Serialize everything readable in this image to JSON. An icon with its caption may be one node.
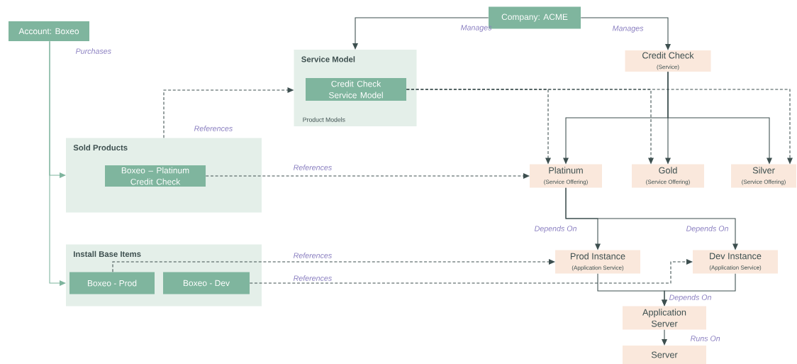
{
  "diagram": {
    "nodes": [
      {
        "text": [
          "Account: Boxeo"
        ]
      },
      {
        "text": [
          "Company: ACME"
        ]
      },
      {
        "text": [
          "Service Model",
          "Product Models"
        ]
      },
      {
        "text": [
          "Credit Check Service Model"
        ],
        "in": 2
      },
      {
        "text": [
          "Credit Check",
          "(Service)"
        ]
      },
      {
        "text": [
          "Sold Products"
        ]
      },
      {
        "text": [
          "Boxeo – Platinum Credit Check"
        ],
        "in": 5
      },
      {
        "text": [
          "Platinum",
          "(Service Offering)"
        ]
      },
      {
        "text": [
          "Gold",
          "(Service Offering)"
        ]
      },
      {
        "text": [
          "Silver",
          "(Service Offering)"
        ]
      },
      {
        "text": [
          "Install Base Items"
        ]
      },
      {
        "text": [
          "Boxeo - Prod"
        ],
        "in": 10
      },
      {
        "text": [
          "Boxeo - Dev"
        ],
        "in": 10
      },
      {
        "text": [
          "Prod Instance",
          "(Application Service)"
        ]
      },
      {
        "text": [
          "Dev Instance",
          "(Application Service)"
        ]
      },
      {
        "text": [
          "Application Server"
        ]
      },
      {
        "text": [
          "Server"
        ]
      }
    ],
    "edges": [
      {
        "from": 0,
        "to": 5,
        "arrow": "to",
        "label": "Purchases",
        "color": "#7fb59e"
      },
      {
        "from": 0,
        "to": 10,
        "arrow": "to",
        "color": "#7fb59e"
      },
      {
        "from": 1,
        "to": 2,
        "arrow": "to",
        "label": "Manages"
      },
      {
        "from": 1,
        "to": 4,
        "arrow": "to",
        "label": "Manages"
      },
      {
        "from": 5,
        "to": 2,
        "arrow": "to",
        "label": "References",
        "style": "dashed"
      },
      {
        "from": 6,
        "to": 7,
        "arrow": "to",
        "label": "References",
        "style": "dashed"
      },
      {
        "from": 3,
        "to": 7,
        "arrow": "to",
        "style": "dashed"
      },
      {
        "from": 3,
        "to": 8,
        "arrow": "to",
        "style": "dashed"
      },
      {
        "from": 3,
        "to": 9,
        "arrow": "to",
        "style": "dashed"
      },
      {
        "from": 4,
        "to": 7,
        "arrow": "to"
      },
      {
        "from": 4,
        "to": 8,
        "arrow": "to"
      },
      {
        "from": 4,
        "to": 9,
        "arrow": "to"
      },
      {
        "from": 7,
        "to": 13,
        "arrow": "to",
        "label": "Depends On"
      },
      {
        "from": 7,
        "to": 14,
        "arrow": "to",
        "label": "Depends On"
      },
      {
        "from": 11,
        "to": 13,
        "arrow": "to",
        "label": "References",
        "style": "dashed"
      },
      {
        "from": 12,
        "to": 14,
        "arrow": "to",
        "label": "References",
        "style": "dashed"
      },
      {
        "from": 13,
        "to": 15,
        "arrow": "to"
      },
      {
        "from": 14,
        "to": 15,
        "arrow": "to",
        "label": "Depends On"
      },
      {
        "from": 15,
        "to": 16,
        "arrow": "to",
        "label": "Runs On"
      }
    ]
  }
}
